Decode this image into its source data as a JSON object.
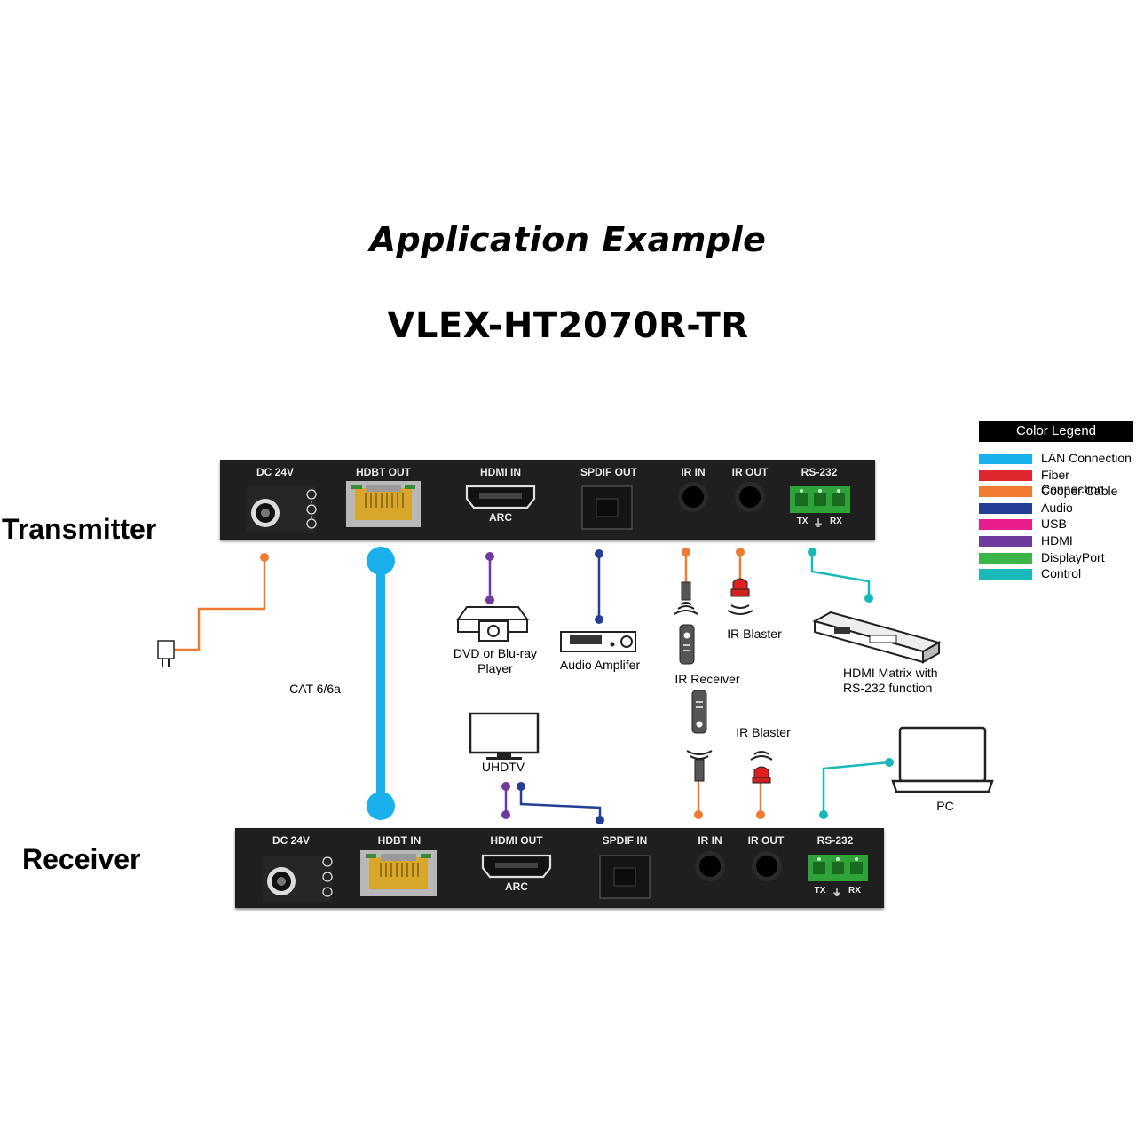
{
  "header": {
    "title": "Application Example",
    "model": "VLEX-HT2070R-TR"
  },
  "transmitter": {
    "label": "Transmitter",
    "ports": [
      "DC 24V",
      "HDBT OUT",
      "HDMI IN",
      "SPDIF OUT",
      "IR IN",
      "IR OUT",
      "RS-232"
    ],
    "sub_labels": {
      "arc": "ARC",
      "tx": "TX",
      "gnd": "⏚",
      "rx": "RX"
    }
  },
  "receiver": {
    "label": "Receiver",
    "ports": [
      "DC 24V",
      "HDBT IN",
      "HDMI OUT",
      "SPDIF IN",
      "IR IN",
      "IR OUT",
      "RS-232"
    ],
    "sub_labels": {
      "arc": "ARC",
      "tx": "TX",
      "gnd": "⏚",
      "rx": "RX"
    }
  },
  "devices": {
    "cable": "CAT 6/6a",
    "dvd": [
      "DVD or Blu-ray",
      "Player"
    ],
    "amp": "Audio Amplifer",
    "ir_blaster_top": "IR Blaster",
    "ir_receiver": "IR Receiver",
    "ir_blaster_bottom": "IR Blaster",
    "matrix": [
      "HDMI Matrix with",
      "RS-232 function"
    ],
    "tv": "UHDTV",
    "pc": "PC"
  },
  "legend": {
    "title": "Color Legend",
    "items": [
      {
        "label": "LAN Connection",
        "color": "#1ab0ec"
      },
      {
        "label": "Fiber Connection",
        "color": "#e0262e"
      },
      {
        "label": "Cooper Cable",
        "color": "#f07a30"
      },
      {
        "label": "Audio",
        "color": "#243f95"
      },
      {
        "label": "USB",
        "color": "#ea1d8c"
      },
      {
        "label": "HDMI",
        "color": "#6f3a9d"
      },
      {
        "label": "DisplayPort",
        "color": "#3cb54a"
      },
      {
        "label": "Control",
        "color": "#19b9b9"
      }
    ]
  },
  "colors": {
    "lan": "#1ab0ec",
    "copper": "#f07a30",
    "audio": "#243f95",
    "hdmi": "#6f3a9d",
    "control": "#19b9b9",
    "panel": "#1f1f1f",
    "terminal": "#2fa23a"
  }
}
